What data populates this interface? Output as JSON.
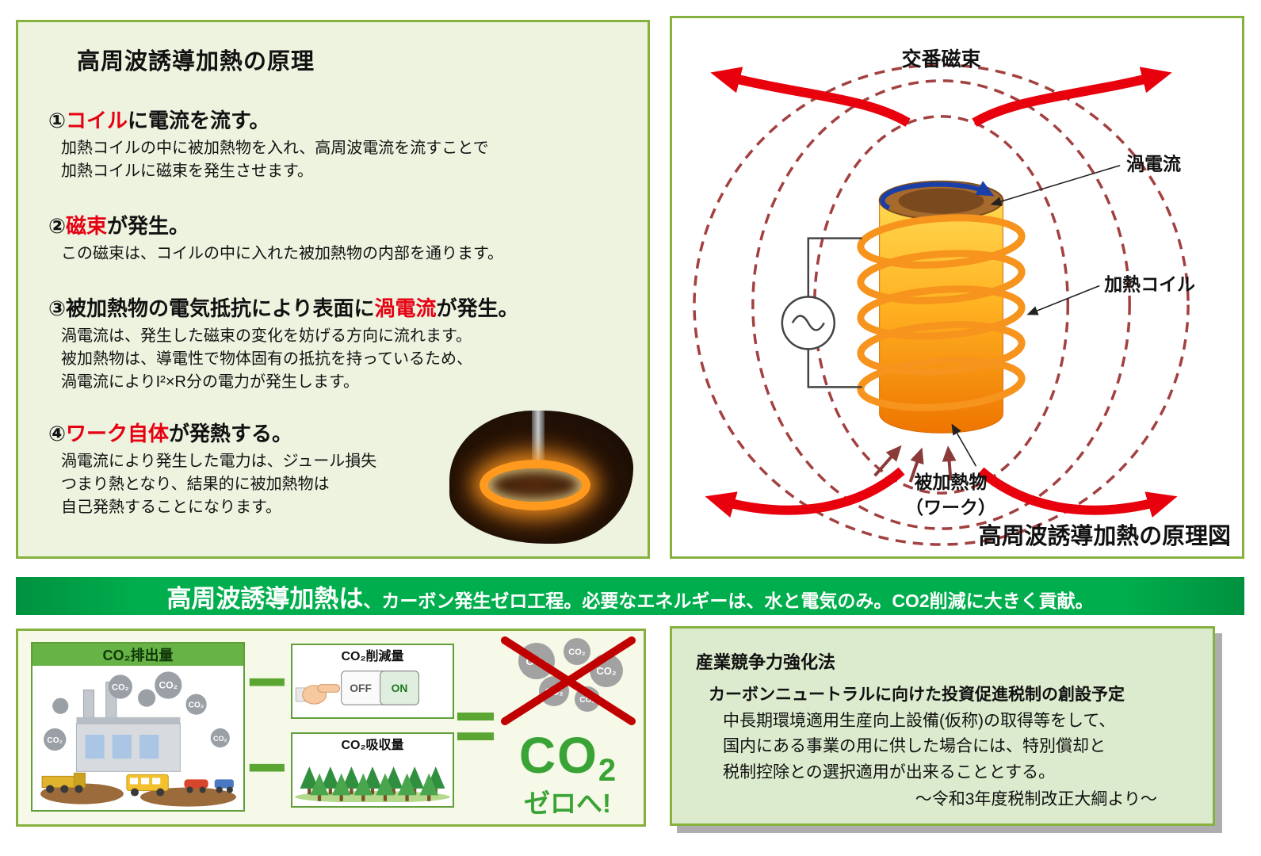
{
  "colors": {
    "panel_border": "#86b13e",
    "panel_bg_green": "#edf3df",
    "banner_green": "#00ae4d",
    "accent_red": "#e60012",
    "coil_orange": "#f7941d",
    "flux_arrow_red": "#e8000d",
    "field_line_dark_red": "#a34040",
    "co2_result_green": "#39a335",
    "law_bg": "#dcebcd"
  },
  "principle": {
    "title": "高周波誘導加熱の原理",
    "steps": [
      {
        "num": "①",
        "pre": "",
        "keyword": "コイル",
        "post": "に電流を流す。",
        "body": [
          "加熱コイルの中に被加熱物を入れ、高周波電流を流すことで",
          "加熱コイルに磁束を発生させます。"
        ]
      },
      {
        "num": "②",
        "pre": "",
        "keyword": "磁束",
        "post": "が発生。",
        "body": [
          "この磁束は、コイルの中に入れた被加熱物の内部を通ります。"
        ]
      },
      {
        "num": "③",
        "pre": "被加熱物の電気抵抗により表面に",
        "keyword": "渦電流",
        "post": "が発生。",
        "body": [
          "渦電流は、発生した磁束の変化を妨げる方向に流れます。",
          "被加熱物は、導電性で物体固有の抵抗を持っているため、",
          "渦電流によりI²×R分の電力が発生します。"
        ]
      },
      {
        "num": "④",
        "pre": "",
        "keyword": "ワーク自体",
        "post": "が発熱する。",
        "body": [
          "渦電流により発生した電力は、ジュール損失",
          "つまり熱となり、結果的に被加熱物は",
          "自己発熱することになります。"
        ]
      }
    ]
  },
  "diagram": {
    "labels": {
      "flux": "交番磁束",
      "eddy": "渦電流",
      "coil": "加熱コイル",
      "work1": "被加熱物",
      "work2": "（ワーク）",
      "caption": "高周波誘導加熱の原理図"
    }
  },
  "banner": {
    "big": "高周波誘導加熱は",
    "rest": "、カーボン発生ゼロ工程。必要なエネルギーは、水と電気のみ。CO2削減に大きく貢献。"
  },
  "co2": {
    "emission_label": "CO₂排出量",
    "reduction_label": "CO₂削減量",
    "absorption_label": "CO₂吸収量",
    "bubble": "CO₂",
    "switch_off": "OFF",
    "switch_on": "ON",
    "minus": "−",
    "equals": "=",
    "result_co": "CO",
    "result_sub": "2",
    "result_zero": "ゼロへ!"
  },
  "law": {
    "lines": [
      "産業競争力強化法",
      "カーボンニュートラルに向けた投資促進税制の創設予定",
      "中長期環境適用生産向上設備(仮称)の取得等をして、",
      "国内にある事業の用に供した場合には、特別償却と",
      "税制控除との選択適用が出来ることとする。",
      "～令和3年度税制改正大綱より～"
    ]
  }
}
